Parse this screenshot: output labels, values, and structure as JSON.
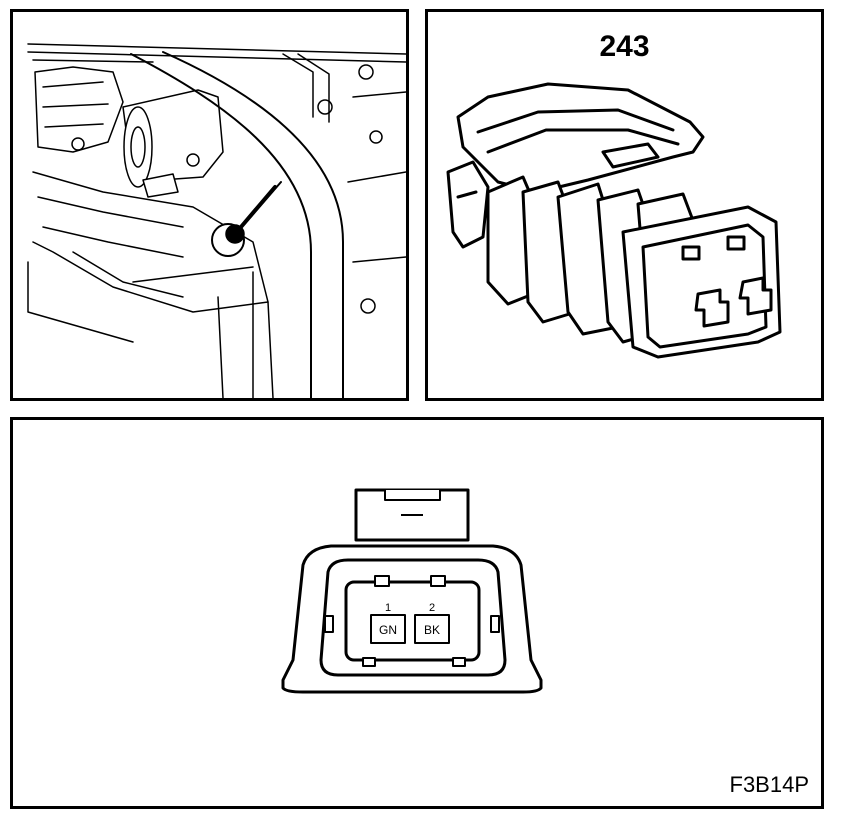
{
  "connector": {
    "number": "243"
  },
  "pins": [
    {
      "number": "1",
      "color": "GN"
    },
    {
      "number": "2",
      "color": "BK"
    }
  ],
  "figure_code": "F3B14P",
  "icons": {
    "engine_view": "engine-bay-sensor-location",
    "connector_view": "two-pin-connector-perspective",
    "face_view": "connector-face-pin-layout"
  }
}
